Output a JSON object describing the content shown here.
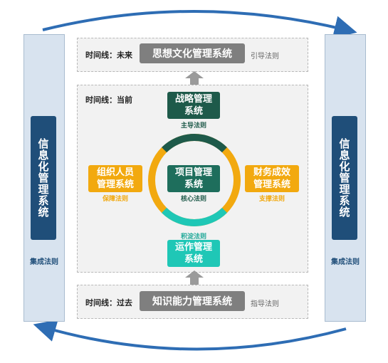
{
  "left_column": {
    "title": "信息化管理系统",
    "law": "集成法则"
  },
  "right_column": {
    "title": "信息化管理系统",
    "law": "集成法则"
  },
  "top_band": {
    "timeline": "时间线：未来",
    "system": "思想文化管理系统",
    "law": "引导法则"
  },
  "bottom_band": {
    "timeline": "时间线：过去",
    "system": "知识能力管理系统",
    "law": "指导法则"
  },
  "middle": {
    "timeline": "时间线：当前",
    "top": {
      "line1": "战略管理",
      "line2": "系统",
      "law": "主导法则"
    },
    "left": {
      "line1": "组织人员",
      "line2": "管理系统",
      "law": "保障法则"
    },
    "center": {
      "line1": "项目管理",
      "line2": "系统",
      "law": "核心法则"
    },
    "right": {
      "line1": "财务成效",
      "line2": "管理系统",
      "law": "支撑法则"
    },
    "bottom": {
      "line1": "运作管理",
      "line2": "系统",
      "law": "积淀法则"
    }
  },
  "colors": {
    "navy": "#1f4e79",
    "dark_green": "#1e5a4a",
    "orange": "#f2a90f",
    "teal": "#1fc7b6",
    "gray": "#7f7f7f",
    "arrow_blue": "#2e6db4"
  }
}
